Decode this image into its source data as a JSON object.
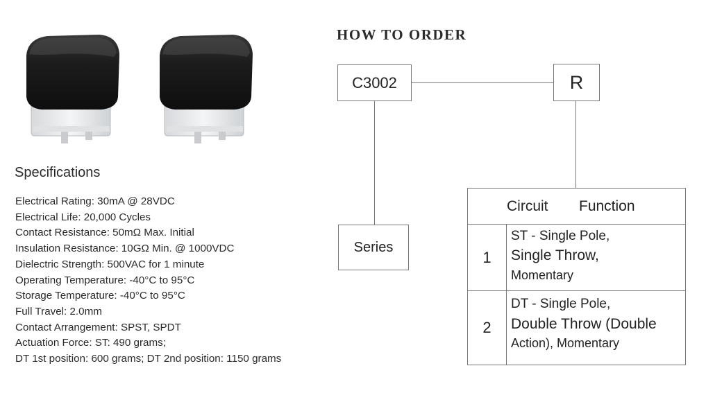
{
  "specs": {
    "heading": "Specifications",
    "items": [
      "Electrical Rating: 30mA @ 28VDC",
      "Electrical Life: 20,000 Cycles",
      "Contact Resistance: 50mΩ Max. Initial",
      "Insulation Resistance: 10GΩ Min. @ 1000VDC",
      "Dielectric Strength: 500VAC for 1 minute",
      "Operating Temperature: -40°C to 95°C",
      "Storage Temperature: -40°C to 95°C",
      "Full Travel: 2.0mm",
      "Contact Arrangement: SPST, SPDT",
      "Actuation Force: ST: 490 grams;",
      "DT 1st position: 600 grams; DT 2nd position: 1150 grams"
    ]
  },
  "order": {
    "title": "HOW  TO  ORDER",
    "part_number": "C3002",
    "suffix": "R",
    "series_label": "Series",
    "table": {
      "col1": "Circuit",
      "col2": "Function",
      "rows": [
        {
          "num": "1",
          "line1": "ST - Single Pole,",
          "line2": "Single Throw,",
          "line3": "Momentary"
        },
        {
          "num": "2",
          "line1": "DT - Single Pole,",
          "line2": "Double Throw (Double",
          "line3a": "Action)",
          "line3b": ", Momentary"
        }
      ]
    }
  },
  "colors": {
    "cap": "#1c1c1c",
    "base": "#e9eaec",
    "line": "#777777",
    "text": "#222222"
  },
  "icons": [
    "pushbutton-switch-photo",
    "pushbutton-switch-photo"
  ]
}
